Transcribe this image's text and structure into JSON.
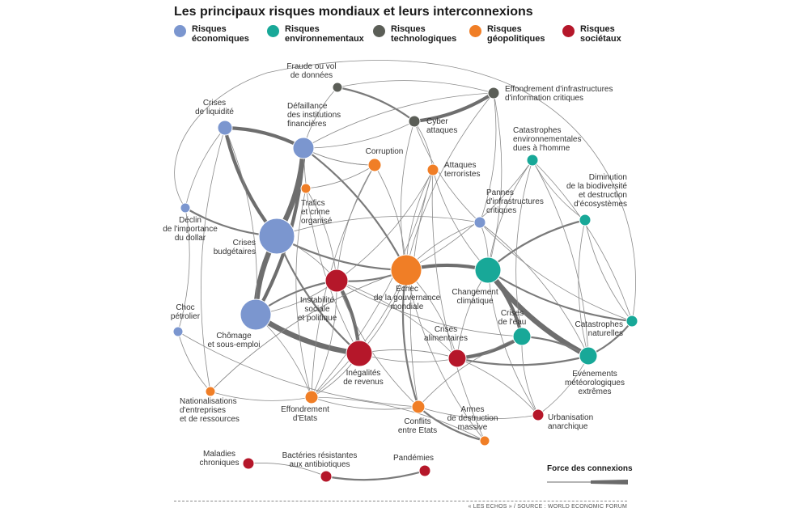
{
  "title": "Les principaux risques mondiaux et leurs interconnexions",
  "legend": [
    {
      "label": "Risques économiques",
      "color": "#7b96cf"
    },
    {
      "label": "Risques environnementaux",
      "color": "#18a898"
    },
    {
      "label": "Risques technologiques",
      "color": "#5b5e57"
    },
    {
      "label": "Risques géopolitiques",
      "color": "#f07e26"
    },
    {
      "label": "Risques sociétaux",
      "color": "#b5172a"
    }
  ],
  "nodes": [
    {
      "id": "fraude",
      "label": [
        "Fraude ou vol",
        "de données"
      ],
      "category": "technologique"
    },
    {
      "id": "effinfo",
      "label": [
        "Effondrement d'infrastructures",
        "d'information critiques"
      ],
      "category": "technologique"
    },
    {
      "id": "cyber",
      "label": [
        "Cyber",
        "attaques"
      ],
      "category": "technologique"
    },
    {
      "id": "liquid",
      "label": [
        "Crises",
        "de liquidité"
      ],
      "category": "economique"
    },
    {
      "id": "defin",
      "label": [
        "Défaillance",
        "des institutions",
        "financières"
      ],
      "category": "economique"
    },
    {
      "id": "corruption",
      "label": [
        "Corruption"
      ],
      "category": "geopolitique"
    },
    {
      "id": "attaques",
      "label": [
        "Attaques",
        "terroristes"
      ],
      "category": "geopolitique"
    },
    {
      "id": "catdh",
      "label": [
        "Catastrophes",
        "environnementales",
        "dues à l'homme"
      ],
      "category": "environnemental"
    },
    {
      "id": "trafics",
      "label": [
        "Trafics",
        "et crime",
        "organisé"
      ],
      "category": "geopolitique"
    },
    {
      "id": "dimbio",
      "label": [
        "Diminution",
        "de la biodiversité",
        "et destruction",
        "d'écosystèmes"
      ],
      "category": "environnemental"
    },
    {
      "id": "pannes",
      "label": [
        "Pannes",
        "d'infrastructures",
        "critiques"
      ],
      "category": "economique"
    },
    {
      "id": "declin",
      "label": [
        "Déclin",
        "de l'importance",
        "du dollar"
      ],
      "category": "economique"
    },
    {
      "id": "budget",
      "label": [
        "Crises",
        "budgétaires"
      ],
      "category": "economique"
    },
    {
      "id": "echec",
      "label": [
        "Echec",
        "de la gouvernance",
        "mondiale"
      ],
      "category": "geopolitique"
    },
    {
      "id": "climat",
      "label": [
        "Changement",
        "climatique"
      ],
      "category": "environnemental"
    },
    {
      "id": "instab",
      "label": [
        "Instabilité",
        "sociale",
        "et politique"
      ],
      "category": "societal"
    },
    {
      "id": "choc",
      "label": [
        "Choc",
        "pétrolier"
      ],
      "category": "economique"
    },
    {
      "id": "chomage",
      "label": [
        "Chômage",
        "et sous-emploi"
      ],
      "category": "economique"
    },
    {
      "id": "eau",
      "label": [
        "Crises",
        "de l'eau"
      ],
      "category": "environnemental"
    },
    {
      "id": "catnat",
      "label": [
        "Catastrophes",
        "naturelles"
      ],
      "category": "environnemental"
    },
    {
      "id": "alim",
      "label": [
        "Crises",
        "alimentaires"
      ],
      "category": "societal"
    },
    {
      "id": "inegal",
      "label": [
        "Inégalités",
        "de revenus"
      ],
      "category": "societal"
    },
    {
      "id": "meteo",
      "label": [
        "Evénements",
        "météorologiques",
        "extrêmes"
      ],
      "category": "environnemental"
    },
    {
      "id": "national",
      "label": [
        "Nationalisations",
        "d'entreprises",
        "et de ressources"
      ],
      "category": "geopolitique"
    },
    {
      "id": "effetats",
      "label": [
        "Effondrement",
        "d'Etats"
      ],
      "category": "geopolitique"
    },
    {
      "id": "conflits",
      "label": [
        "Conflits",
        "entre Etats"
      ],
      "category": "geopolitique"
    },
    {
      "id": "armes",
      "label": [
        "Armes",
        "de destruction",
        "massive"
      ],
      "category": "geopolitique"
    },
    {
      "id": "urban",
      "label": [
        "Urbanisation",
        "anarchique"
      ],
      "category": "societal"
    },
    {
      "id": "maladies",
      "label": [
        "Maladies",
        "chroniques"
      ],
      "category": "societal"
    },
    {
      "id": "bacteries",
      "label": [
        "Bactéries résistantes",
        "aux antibiotiques"
      ],
      "category": "societal"
    },
    {
      "id": "pandemies",
      "label": [
        "Pandémies"
      ],
      "category": "societal"
    }
  ],
  "strength_label": "Force des connexions",
  "source": "« LES ECHOS » / SOURCE : WORLD ECONOMIC FORUM"
}
